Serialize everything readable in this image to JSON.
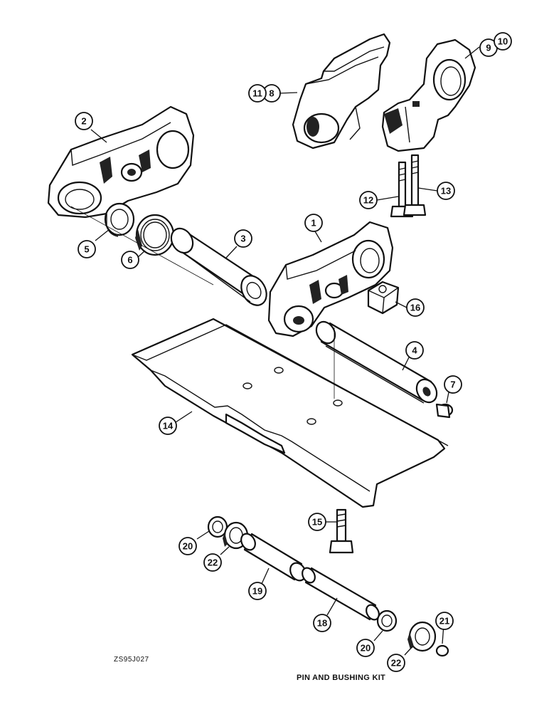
{
  "callouts": [
    {
      "id": "c1",
      "label": "1"
    },
    {
      "id": "c2",
      "label": "2"
    },
    {
      "id": "c3",
      "label": "3"
    },
    {
      "id": "c4",
      "label": "4"
    },
    {
      "id": "c5",
      "label": "5"
    },
    {
      "id": "c6",
      "label": "6"
    },
    {
      "id": "c7",
      "label": "7"
    },
    {
      "id": "c8",
      "label": "8"
    },
    {
      "id": "c9",
      "label": "9"
    },
    {
      "id": "c10",
      "label": "10"
    },
    {
      "id": "c11",
      "label": "11"
    },
    {
      "id": "c12",
      "label": "12"
    },
    {
      "id": "c13",
      "label": "13"
    },
    {
      "id": "c14",
      "label": "14"
    },
    {
      "id": "c15",
      "label": "15"
    },
    {
      "id": "c16",
      "label": "16"
    },
    {
      "id": "c18",
      "label": "18"
    },
    {
      "id": "c19",
      "label": "19"
    },
    {
      "id": "c20a",
      "label": "20"
    },
    {
      "id": "c20b",
      "label": "20"
    },
    {
      "id": "c21",
      "label": "21"
    },
    {
      "id": "c22a",
      "label": "22"
    },
    {
      "id": "c22b",
      "label": "22"
    }
  ],
  "reference_code": "ZS95J027",
  "kit_title": "PIN AND BUSHING KIT"
}
